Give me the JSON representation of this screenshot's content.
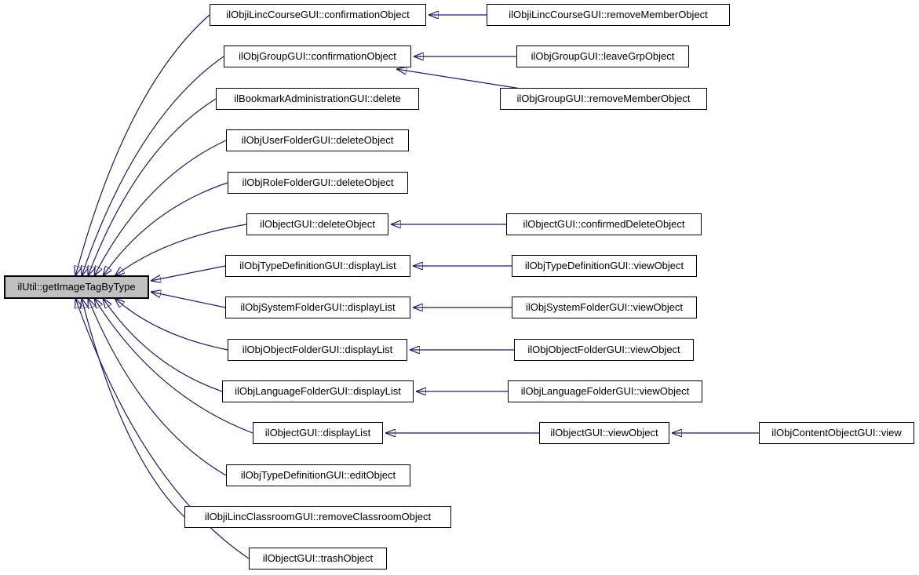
{
  "diagram_type": "call-graph",
  "colors": {
    "edge": "#191970",
    "node_border": "#000000",
    "node_fill": "#ffffff",
    "focus_fill": "#c0c0c0",
    "text": "#000000",
    "background": "#ffffff"
  },
  "nodes": {
    "main": "ilUtil::getImageTagByType",
    "mid": [
      "ilObjiLincCourseGUI::confirmationObject",
      "ilObjGroupGUI::confirmationObject",
      "ilBookmarkAdministrationGUI::delete",
      "ilObjUserFolderGUI::deleteObject",
      "ilObjRoleFolderGUI::deleteObject",
      "ilObjectGUI::deleteObject",
      "ilObjTypeDefinitionGUI::displayList",
      "ilObjSystemFolderGUI::displayList",
      "ilObjObjectFolderGUI::displayList",
      "ilObjLanguageFolderGUI::displayList",
      "ilObjectGUI::displayList",
      "ilObjTypeDefinitionGUI::editObject",
      "ilObjiLincClassroomGUI::removeClassroomObject",
      "ilObjectGUI::trashObject"
    ],
    "right": [
      "ilObjiLincCourseGUI::removeMemberObject",
      "ilObjGroupGUI::leaveGrpObject",
      "ilObjGroupGUI::removeMemberObject",
      "ilObjectGUI::confirmedDeleteObject",
      "ilObjTypeDefinitionGUI::viewObject",
      "ilObjSystemFolderGUI::viewObject",
      "ilObjObjectFolderGUI::viewObject",
      "ilObjLanguageFolderGUI::viewObject",
      "ilObjectGUI::viewObject"
    ],
    "far": "ilObjContentObjectGUI::view"
  },
  "edges": [
    {
      "from": "ilObjiLincCourseGUI::confirmationObject",
      "to": "ilUtil::getImageTagByType"
    },
    {
      "from": "ilObjGroupGUI::confirmationObject",
      "to": "ilUtil::getImageTagByType"
    },
    {
      "from": "ilBookmarkAdministrationGUI::delete",
      "to": "ilUtil::getImageTagByType"
    },
    {
      "from": "ilObjUserFolderGUI::deleteObject",
      "to": "ilUtil::getImageTagByType"
    },
    {
      "from": "ilObjRoleFolderGUI::deleteObject",
      "to": "ilUtil::getImageTagByType"
    },
    {
      "from": "ilObjectGUI::deleteObject",
      "to": "ilUtil::getImageTagByType"
    },
    {
      "from": "ilObjTypeDefinitionGUI::displayList",
      "to": "ilUtil::getImageTagByType"
    },
    {
      "from": "ilObjSystemFolderGUI::displayList",
      "to": "ilUtil::getImageTagByType"
    },
    {
      "from": "ilObjObjectFolderGUI::displayList",
      "to": "ilUtil::getImageTagByType"
    },
    {
      "from": "ilObjLanguageFolderGUI::displayList",
      "to": "ilUtil::getImageTagByType"
    },
    {
      "from": "ilObjectGUI::displayList",
      "to": "ilUtil::getImageTagByType"
    },
    {
      "from": "ilObjTypeDefinitionGUI::editObject",
      "to": "ilUtil::getImageTagByType"
    },
    {
      "from": "ilObjiLincClassroomGUI::removeClassroomObject",
      "to": "ilUtil::getImageTagByType"
    },
    {
      "from": "ilObjectGUI::trashObject",
      "to": "ilUtil::getImageTagByType"
    },
    {
      "from": "ilObjiLincCourseGUI::removeMemberObject",
      "to": "ilObjiLincCourseGUI::confirmationObject"
    },
    {
      "from": "ilObjGroupGUI::leaveGrpObject",
      "to": "ilObjGroupGUI::confirmationObject"
    },
    {
      "from": "ilObjGroupGUI::removeMemberObject",
      "to": "ilObjGroupGUI::confirmationObject"
    },
    {
      "from": "ilObjectGUI::confirmedDeleteObject",
      "to": "ilObjectGUI::deleteObject"
    },
    {
      "from": "ilObjTypeDefinitionGUI::viewObject",
      "to": "ilObjTypeDefinitionGUI::displayList"
    },
    {
      "from": "ilObjSystemFolderGUI::viewObject",
      "to": "ilObjSystemFolderGUI::displayList"
    },
    {
      "from": "ilObjObjectFolderGUI::viewObject",
      "to": "ilObjObjectFolderGUI::displayList"
    },
    {
      "from": "ilObjLanguageFolderGUI::viewObject",
      "to": "ilObjLanguageFolderGUI::displayList"
    },
    {
      "from": "ilObjectGUI::viewObject",
      "to": "ilObjectGUI::displayList"
    },
    {
      "from": "ilObjContentObjectGUI::view",
      "to": "ilObjectGUI::viewObject"
    }
  ]
}
